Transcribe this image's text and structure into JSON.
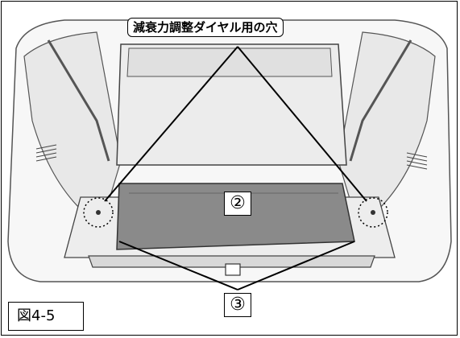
{
  "callout": {
    "label": "減衰力調整ダイヤル用の穴"
  },
  "markers": {
    "mat": "②",
    "edges": "③"
  },
  "figure": {
    "label": "図4-5"
  },
  "colors": {
    "line": "#000000",
    "mat": "#8a8a8a",
    "interior": "#f2f2f2"
  }
}
